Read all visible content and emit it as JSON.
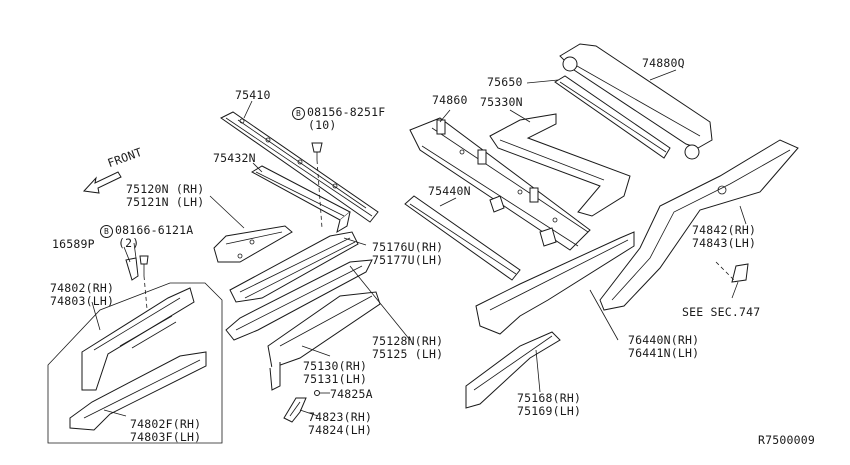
{
  "diagram": {
    "ref_code": "R7500009",
    "front_label": "FRONT",
    "see_sec": "SEE SEC.747",
    "bolt_symbol": "B",
    "labels": {
      "p75410": "75410",
      "p08156": "08156-8251F",
      "p08156_qty": "(10)",
      "p75432n": "75432N",
      "p75120n": "75120N (RH)",
      "p75121n": "75121N (LH)",
      "p08166": "08166-6121A",
      "p08166_qty": "(2)",
      "p16589p": "16589P",
      "p74802": "74802(RH)",
      "p74803": "74803(LH)",
      "p74802f": "74802F(RH)",
      "p74803f": "74803F(LH)",
      "p75176u": "75176U(RH)",
      "p75177u": "75177U(LH)",
      "p75128n": "75128N(RH)",
      "p75125": "75125 (LH)",
      "p75130": "75130(RH)",
      "p75131": "75131(LH)",
      "p74825a": "74825A",
      "p74823": "74823(RH)",
      "p74824": "74824(LH)",
      "p74860": "74860",
      "p75330n": "75330N",
      "p75650": "75650",
      "p74880q": "74880Q",
      "p75440n": "75440N",
      "p74842": "74842(RH)",
      "p74843": "74843(LH)",
      "p76440n": "76440N(RH)",
      "p76441n": "76441N(LH)",
      "p75168": "75168(RH)",
      "p75169": "75169(LH)"
    }
  }
}
